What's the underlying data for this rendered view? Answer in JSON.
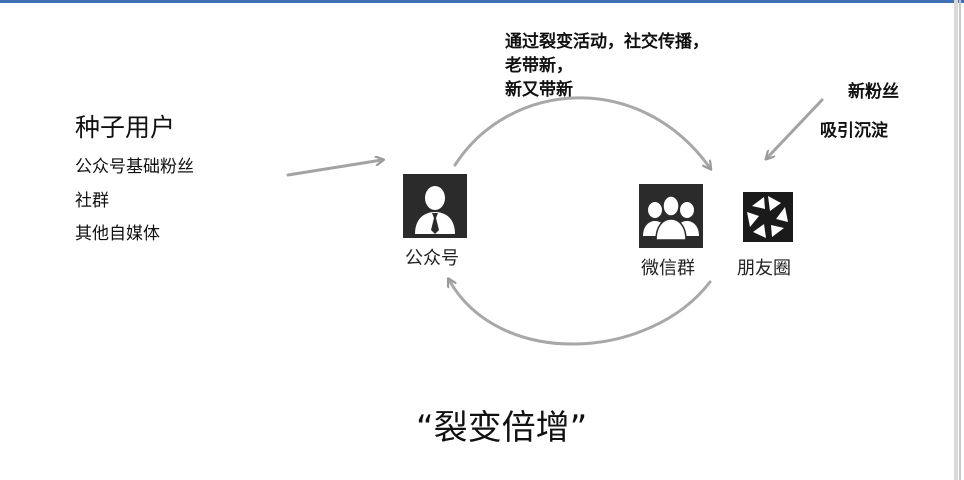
{
  "seed": {
    "title": "种子用户",
    "items": [
      "公众号基础粉丝",
      "社群",
      "其他自媒体"
    ]
  },
  "top_note": {
    "lines": [
      "通过裂变活动，社交传播，",
      "老带新，",
      "新又带新"
    ]
  },
  "right_note": {
    "line1": "新粉丝",
    "line2": "吸引沉淀"
  },
  "nodes": {
    "official_account": {
      "label": "公众号",
      "icon": "person-tie-icon"
    },
    "wechat_group": {
      "label": "微信群",
      "icon": "group-people-icon"
    },
    "moments": {
      "label": "朋友圈",
      "icon": "aperture-icon"
    }
  },
  "footer": {
    "text": "“裂变倍增”"
  },
  "colors": {
    "arrow": "#9a9a9a",
    "icon_bg": "#2b2b2b",
    "accent_rule": "#3f6fb4"
  }
}
